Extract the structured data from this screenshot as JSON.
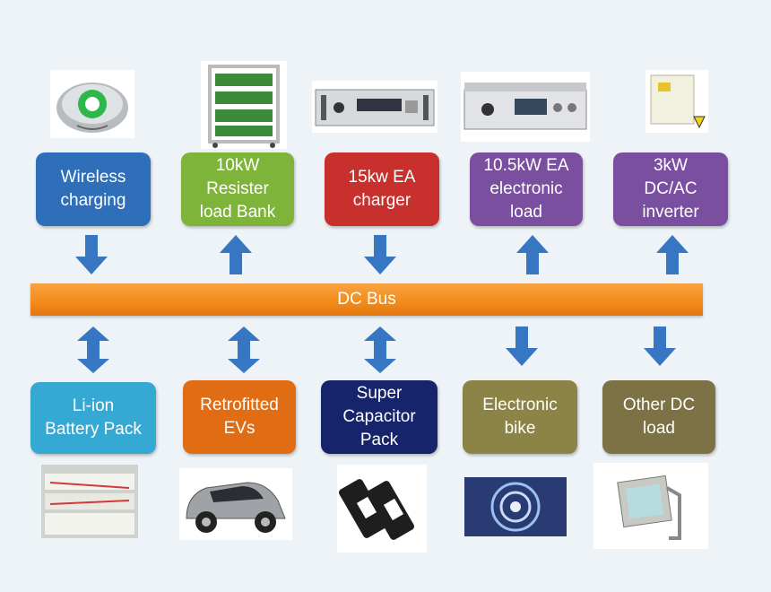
{
  "colors": {
    "blue": "#2f6fba",
    "green": "#7fb43b",
    "red": "#c8302d",
    "purple": "#7a4fa0",
    "sky": "#35a9d3",
    "orange": "#e06d14",
    "navy": "#15246b",
    "olive": "#8c8446",
    "khaki": "#7c7245",
    "bus": "#f38a1a",
    "arrow": "#3676c2"
  },
  "bus_label": "DC Bus",
  "top_boxes": [
    {
      "label": "Wireless\ncharging",
      "arrow": "down",
      "image": "wireless-charger-image"
    },
    {
      "label": "10kW\nResister\nload Bank",
      "arrow": "up",
      "image": "resistor-load-bank-image"
    },
    {
      "label": "15kw EA\ncharger",
      "arrow": "down",
      "image": "ea-charger-image"
    },
    {
      "label": "10.5kW EA\nelectronic\nload",
      "arrow": "up",
      "image": "ea-electronic-load-image"
    },
    {
      "label": "3kW\nDC/AC\ninverter",
      "arrow": "up",
      "image": "inverter-image"
    }
  ],
  "bottom_boxes": [
    {
      "label": "Li-ion\nBattery Pack",
      "arrow": "both",
      "image": "battery-pack-image"
    },
    {
      "label": "Retrofitted\nEVs",
      "arrow": "both",
      "image": "electric-car-image"
    },
    {
      "label": "Super\nCapacitor\nPack",
      "arrow": "both",
      "image": "supercapacitor-image"
    },
    {
      "label": "Electronic\nbike",
      "arrow": "down",
      "image": "electronic-bike-image"
    },
    {
      "label": "Other DC\nload",
      "arrow": "down",
      "image": "floodlight-image"
    }
  ]
}
